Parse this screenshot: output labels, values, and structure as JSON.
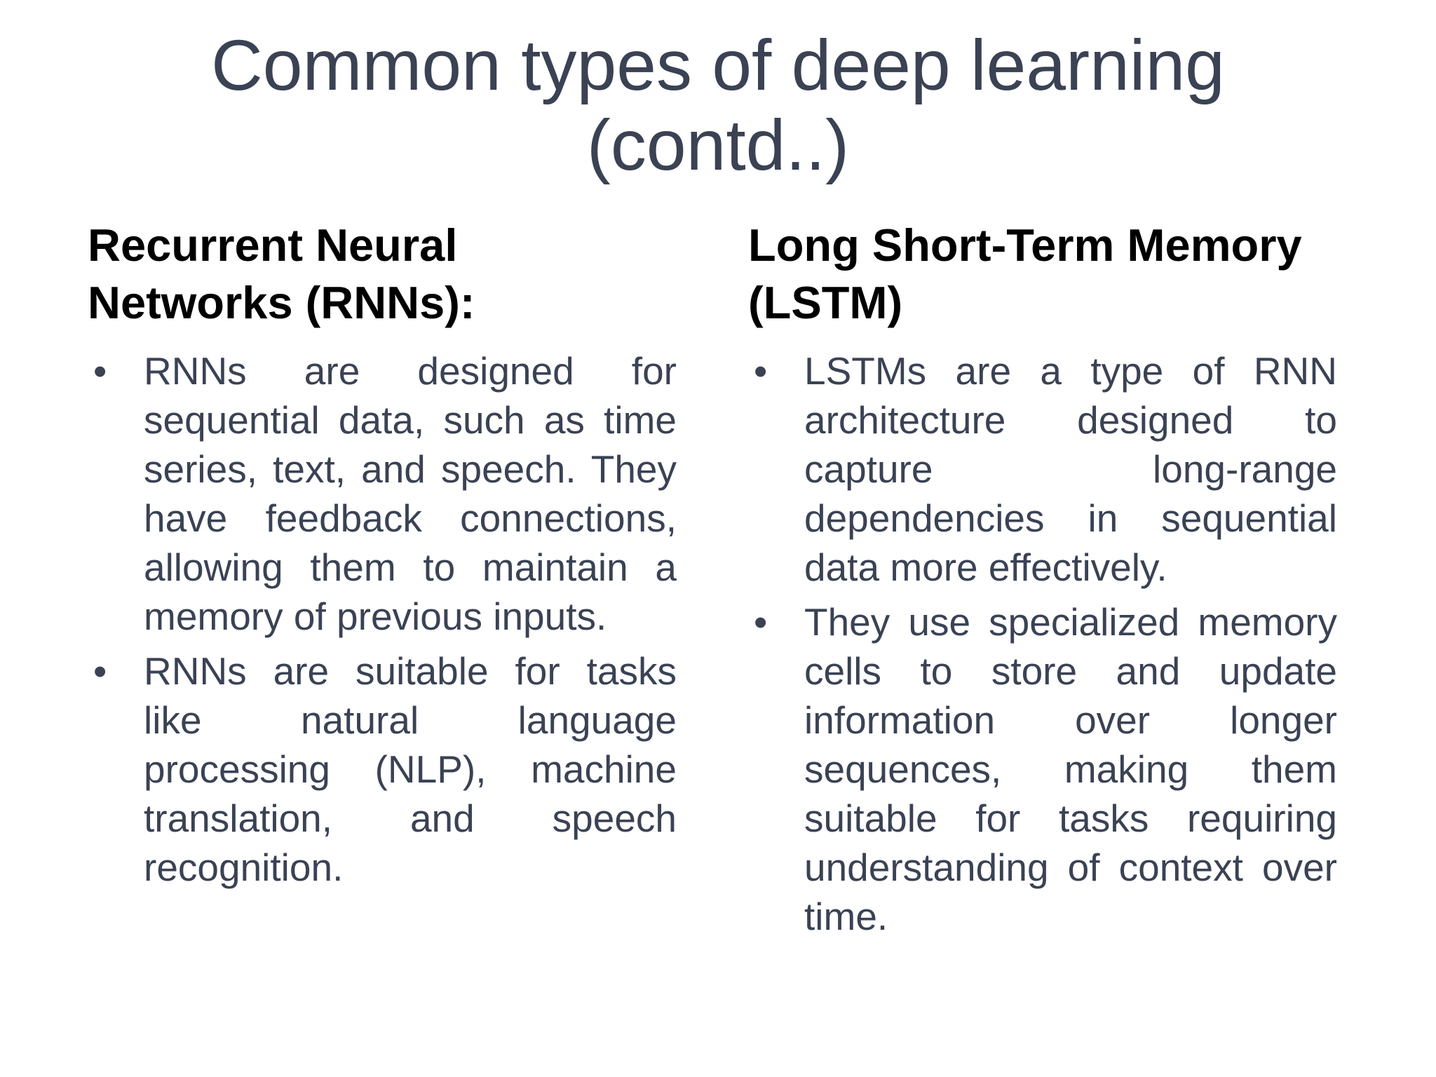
{
  "slide": {
    "title": "Common types of deep learning (contd..)",
    "background_color": "#ffffff",
    "title_color": "#3a4254",
    "heading_color": "#000000",
    "body_color": "#3a4254",
    "bullet_glyph": "•",
    "columns": [
      {
        "heading": "Recurrent Neural Networks (RNNs):",
        "bullets": [
          "RNNs are designed for sequential data, such as time series, text, and speech. They have feedback connections, allowing them to maintain a memory of previous inputs.",
          "RNNs are suitable for tasks like natural language processing (NLP), machine translation, and speech recognition."
        ]
      },
      {
        "heading": "Long Short-Term Memory (LSTM)",
        "bullets": [
          "LSTMs are a type of RNN architecture designed to capture long-range dependencies in sequential data more effectively.",
          "They use specialized memory cells to store and update information over longer sequences, making them suitable for tasks requiring understanding of context over time."
        ]
      }
    ]
  }
}
